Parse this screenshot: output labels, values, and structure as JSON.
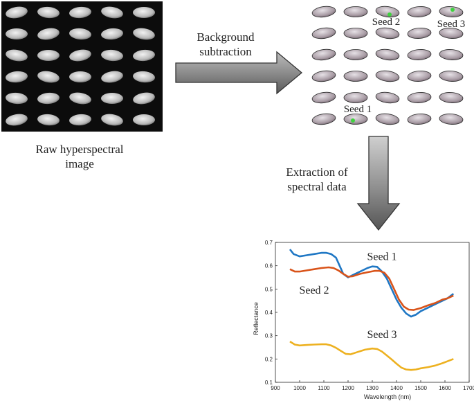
{
  "labels": {
    "raw_image": [
      "Raw hyperspectral",
      "image"
    ],
    "background_subtraction": [
      "Background",
      "subtraction"
    ],
    "extraction": [
      "Extraction of",
      "spectral data"
    ]
  },
  "segmented_image": {
    "seed_labels": [
      "Seed 2",
      "Seed 3",
      "Seed 1"
    ]
  },
  "colors": {
    "raw_background": "#0c0c0c",
    "arrow_fill_light": "#d9d9d9",
    "arrow_fill_dark": "#5a5a5a",
    "highlight": "#3fd23f",
    "series_blue": "#1f77c4",
    "series_orange": "#d95319",
    "series_yellow": "#edb120"
  },
  "chart_data": {
    "type": "line",
    "xlabel": "Wavelength (nm)",
    "ylabel": "Reflectance",
    "xlim": [
      900,
      1700
    ],
    "ylim": [
      0.1,
      0.7
    ],
    "xticks": [
      900,
      1000,
      1100,
      1200,
      1300,
      1400,
      1500,
      1600,
      1700
    ],
    "yticks": [
      0.1,
      0.2,
      0.3,
      0.4,
      0.5,
      0.6,
      0.7
    ],
    "grid": false,
    "annotations": [
      {
        "text": "Seed 1",
        "x": 1340,
        "y": 0.625
      },
      {
        "text": "Seed 2",
        "x": 1060,
        "y": 0.48
      },
      {
        "text": "Seed 3",
        "x": 1340,
        "y": 0.29
      }
    ],
    "series": [
      {
        "color": "#1f77c4",
        "x": [
          960,
          975,
          1000,
          1030,
          1060,
          1090,
          1110,
          1130,
          1150,
          1165,
          1180,
          1200,
          1220,
          1250,
          1280,
          1300,
          1320,
          1340,
          1360,
          1380,
          1400,
          1420,
          1440,
          1460,
          1480,
          1500,
          1530,
          1560,
          1590,
          1610,
          1635
        ],
        "y": [
          0.67,
          0.65,
          0.64,
          0.645,
          0.65,
          0.655,
          0.655,
          0.65,
          0.635,
          0.6,
          0.565,
          0.55,
          0.56,
          0.575,
          0.59,
          0.597,
          0.595,
          0.575,
          0.545,
          0.5,
          0.455,
          0.42,
          0.395,
          0.382,
          0.39,
          0.405,
          0.42,
          0.435,
          0.45,
          0.46,
          0.48
        ]
      },
      {
        "color": "#d95319",
        "x": [
          960,
          980,
          1000,
          1030,
          1060,
          1090,
          1120,
          1140,
          1160,
          1180,
          1200,
          1220,
          1250,
          1280,
          1310,
          1330,
          1350,
          1370,
          1390,
          1410,
          1430,
          1450,
          1470,
          1500,
          1530,
          1560,
          1590,
          1610,
          1635
        ],
        "y": [
          0.585,
          0.575,
          0.575,
          0.58,
          0.585,
          0.59,
          0.593,
          0.59,
          0.58,
          0.565,
          0.553,
          0.555,
          0.565,
          0.572,
          0.578,
          0.578,
          0.57,
          0.545,
          0.5,
          0.455,
          0.425,
          0.412,
          0.41,
          0.418,
          0.43,
          0.44,
          0.455,
          0.46,
          0.472
        ]
      },
      {
        "color": "#edb120",
        "x": [
          960,
          980,
          1000,
          1030,
          1060,
          1090,
          1110,
          1130,
          1150,
          1170,
          1190,
          1210,
          1240,
          1270,
          1300,
          1320,
          1340,
          1360,
          1380,
          1400,
          1420,
          1440,
          1460,
          1480,
          1500,
          1530,
          1560,
          1590,
          1610,
          1635
        ],
        "y": [
          0.275,
          0.262,
          0.258,
          0.26,
          0.262,
          0.263,
          0.263,
          0.258,
          0.248,
          0.235,
          0.222,
          0.22,
          0.23,
          0.24,
          0.245,
          0.243,
          0.232,
          0.215,
          0.198,
          0.18,
          0.163,
          0.155,
          0.153,
          0.155,
          0.16,
          0.165,
          0.172,
          0.182,
          0.19,
          0.2
        ]
      }
    ]
  }
}
